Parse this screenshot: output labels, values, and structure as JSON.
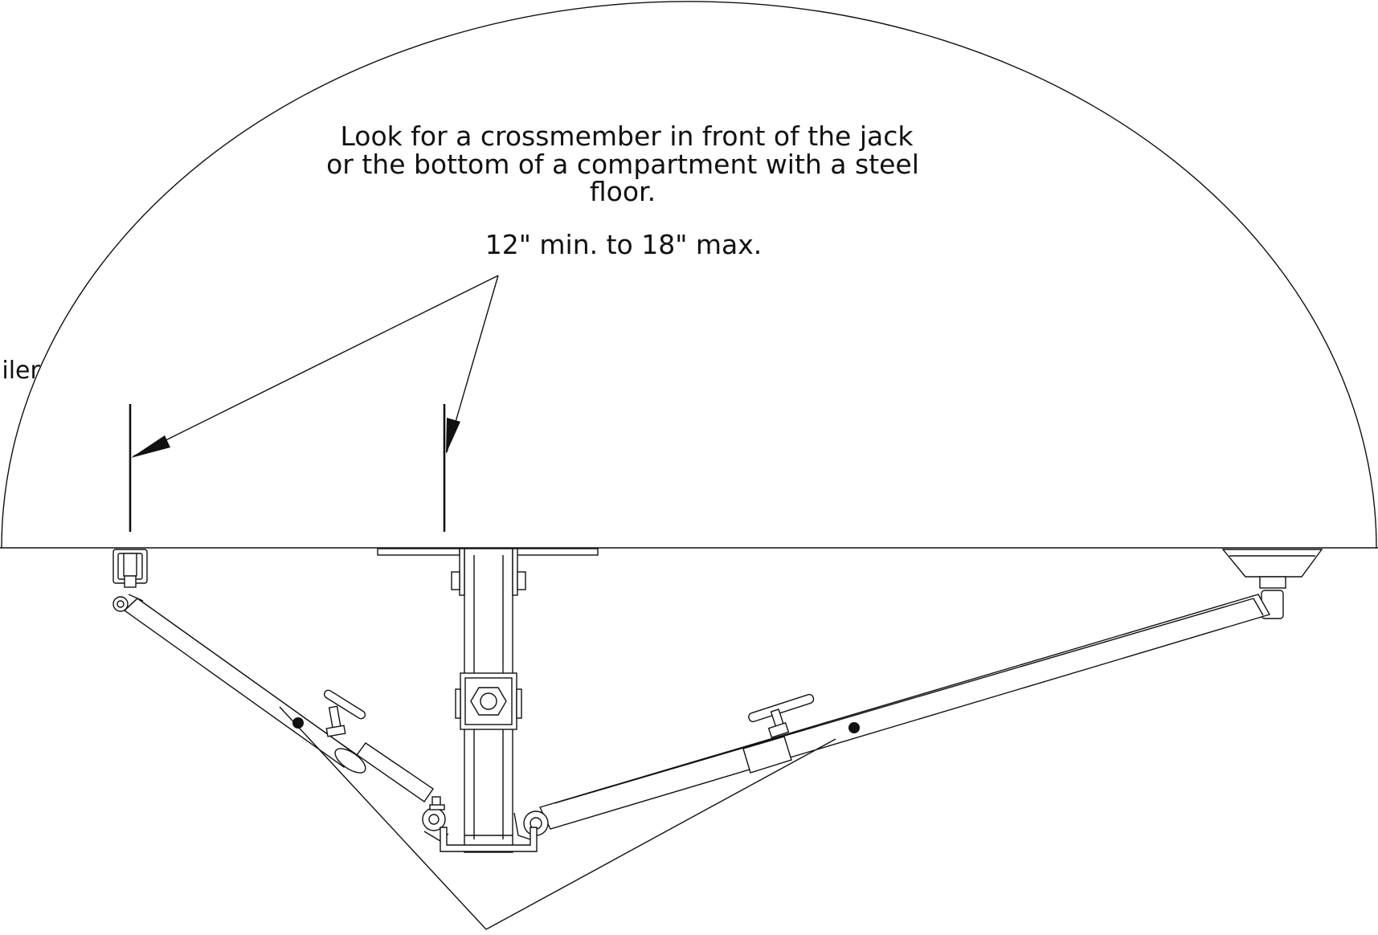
{
  "annotations": {
    "crossmember_note_line1": "Look for a crossmember in front of the jack",
    "crossmember_note_line2": "or the bottom of a compartment with a steel",
    "crossmember_note_line3": "floor.",
    "spacing_note": "12\" min. to 18\" max.",
    "clipped_left_label": "ailer"
  },
  "colors": {
    "line": "#111111",
    "background": "#ffffff"
  }
}
